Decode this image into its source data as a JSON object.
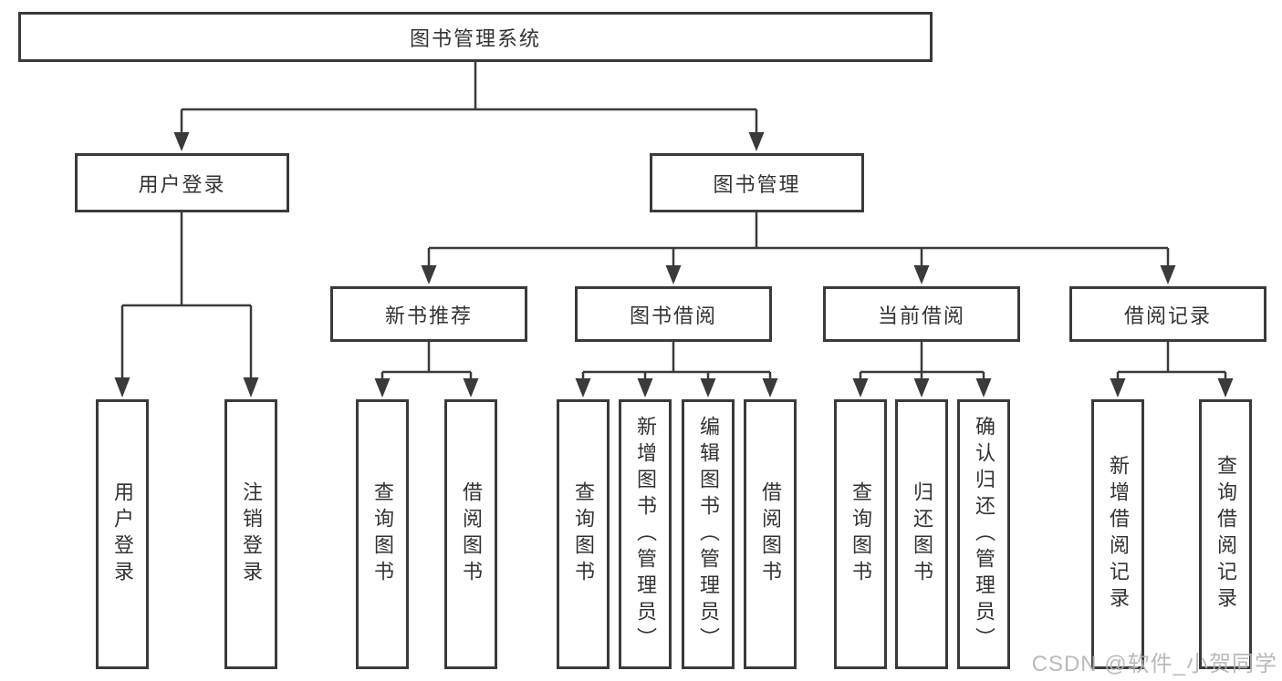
{
  "colors": {
    "line": "#3a3a3a",
    "text": "#333333",
    "background": "#ffffff",
    "watermark": "#b3b3b3"
  },
  "watermark": {
    "text": "CSDN @软件_小贺同学"
  },
  "tree": {
    "root": {
      "label": "图书管理系统"
    },
    "user_login": {
      "label": "用户登录",
      "children": [
        {
          "label": "用户登录"
        },
        {
          "label": "注销登录"
        }
      ]
    },
    "book_mgmt": {
      "label": "图书管理",
      "new_book_rec": {
        "label": "新书推荐",
        "children": [
          {
            "label": "查询图书"
          },
          {
            "label": "借阅图书"
          }
        ]
      },
      "book_borrow": {
        "label": "图书借阅",
        "children": [
          {
            "label": "查询图书"
          },
          {
            "label": "新增图书（管理员）"
          },
          {
            "label": "编辑图书（管理员）"
          },
          {
            "label": "借阅图书"
          }
        ]
      },
      "current_borrow": {
        "label": "当前借阅",
        "children": [
          {
            "label": "查询图书"
          },
          {
            "label": "归还图书"
          },
          {
            "label": "确认归还（管理员）"
          }
        ]
      },
      "borrow_records": {
        "label": "借阅记录",
        "children": [
          {
            "label": "新增借阅记录"
          },
          {
            "label": "查询借阅记录"
          }
        ]
      }
    }
  }
}
